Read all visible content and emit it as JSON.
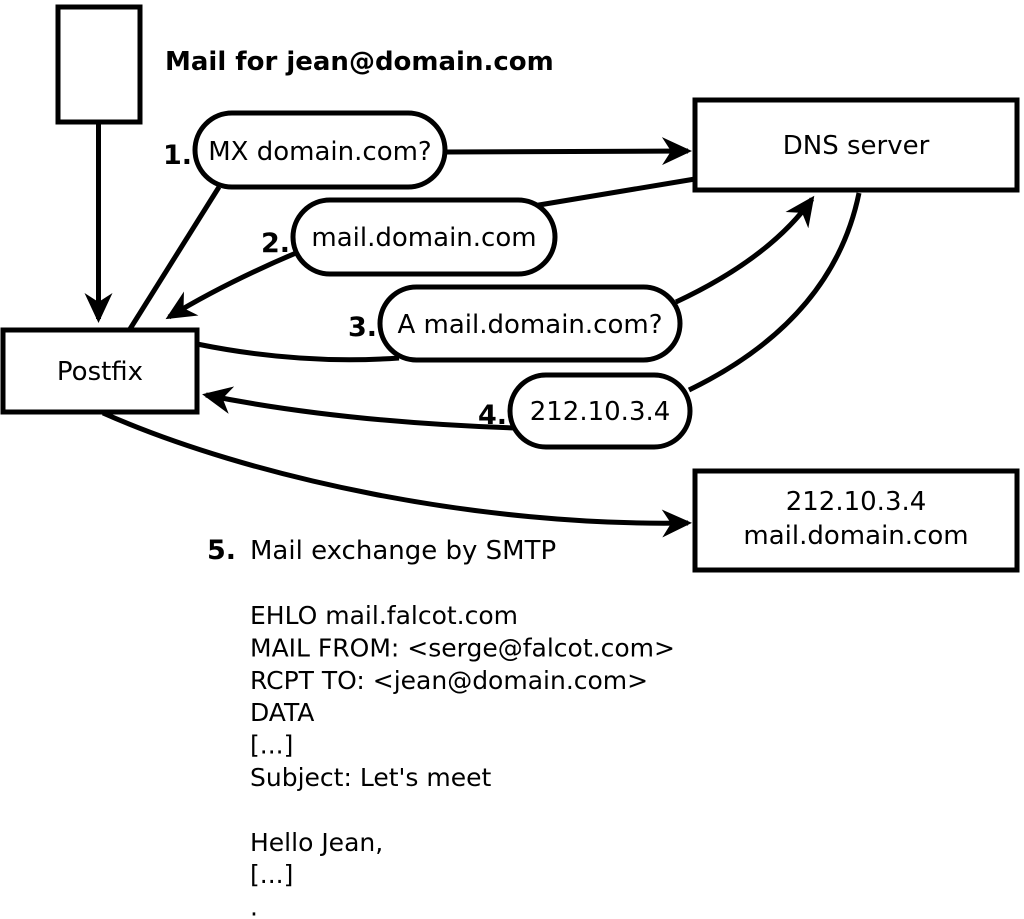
{
  "diagram": {
    "background": "#ffffff",
    "line_color": "#000000",
    "header": "Mail for jean@domain.com",
    "nodes": {
      "sender": "Postfix",
      "dns": "DNS server",
      "destination_ip": "212.10.3.4",
      "destination_host": "mail.domain.com"
    },
    "steps": [
      {
        "num": "1.",
        "label": "MX domain.com?"
      },
      {
        "num": "2.",
        "label": "mail.domain.com"
      },
      {
        "num": "3.",
        "label": "A mail.domain.com?"
      },
      {
        "num": "4.",
        "label": "212.10.3.4"
      },
      {
        "num": "5.",
        "label": "Mail exchange by SMTP"
      }
    ],
    "smtp_session": [
      "EHLO mail.falcot.com",
      "MAIL FROM: <serge@falcot.com>",
      "RCPT TO: <jean@domain.com>",
      "DATA",
      "[...]",
      "Subject: Let's meet",
      "",
      "Hello Jean,",
      "[...]",
      "."
    ]
  }
}
